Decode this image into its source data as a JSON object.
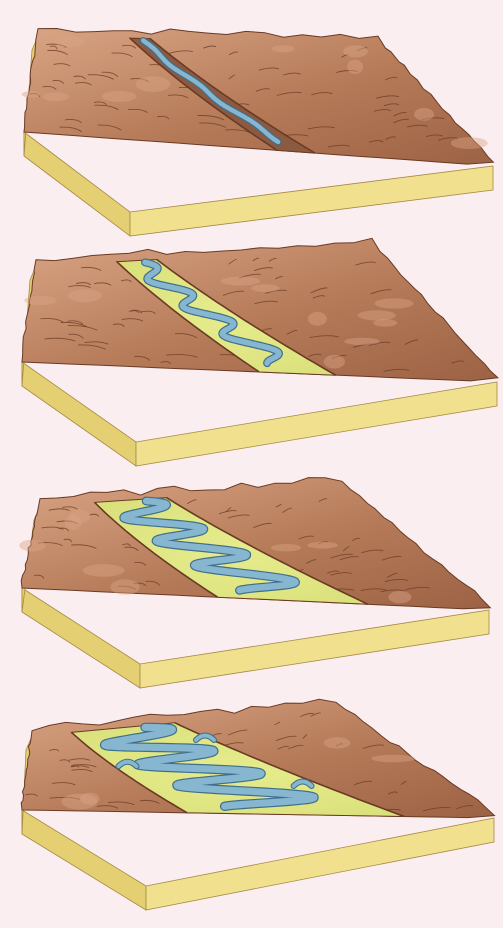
{
  "diagram": {
    "kind": "block-diagram",
    "stages": [
      {
        "stage": 1,
        "valley_floor": "narrow",
        "channel": "nearly-straight"
      },
      {
        "stage": 2,
        "valley_floor": "narrow-floodplain",
        "channel": "gentle-meanders"
      },
      {
        "stage": 3,
        "valley_floor": "wide-floodplain",
        "channel": "meandering"
      },
      {
        "stage": 4,
        "valley_floor": "very-wide-floodplain",
        "channel": "meanders-with-oxbow-lakes"
      }
    ]
  },
  "colors": {
    "background": "#fbeef0",
    "soil_front": "#f1e08e",
    "soil_side": "#e4cf72",
    "soil_edge": "#a68a45",
    "terrain": "#b57a58",
    "terrain_light": "#d9a585",
    "terrain_dark": "#6a3a24",
    "floodplain": "#d9e07a",
    "river": "#86b6d0",
    "river_edge": "#3f6f8a"
  }
}
